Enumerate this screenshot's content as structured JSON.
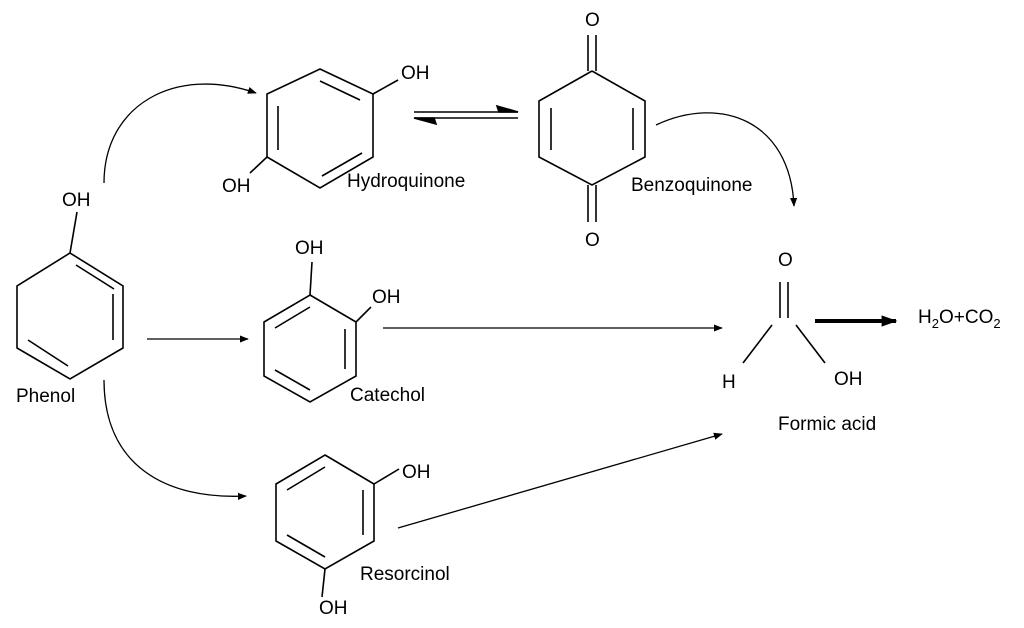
{
  "diagram": {
    "compounds": {
      "phenol": {
        "name": "Phenol",
        "oh": "OH"
      },
      "hydroquinone": {
        "name": "Hydroquinone",
        "oh_top": "OH",
        "oh_bottom": "OH"
      },
      "benzoquinone": {
        "name": "Benzoquinone",
        "o_top": "O",
        "o_bottom": "O"
      },
      "catechol": {
        "name": "Catechol",
        "oh_1": "OH",
        "oh_2": "OH"
      },
      "resorcinol": {
        "name": "Resorcinol",
        "oh_top": "OH",
        "oh_bottom": "OH"
      },
      "formic_acid": {
        "name": "Formic acid",
        "o": "O",
        "h": "H",
        "oh": "OH"
      }
    },
    "products": {
      "h": "H",
      "h_sub": "2",
      "o_plus_co": "O+CO",
      "o_sub": "2"
    },
    "colors": {
      "stroke": "#000000",
      "background": "#ffffff"
    }
  }
}
